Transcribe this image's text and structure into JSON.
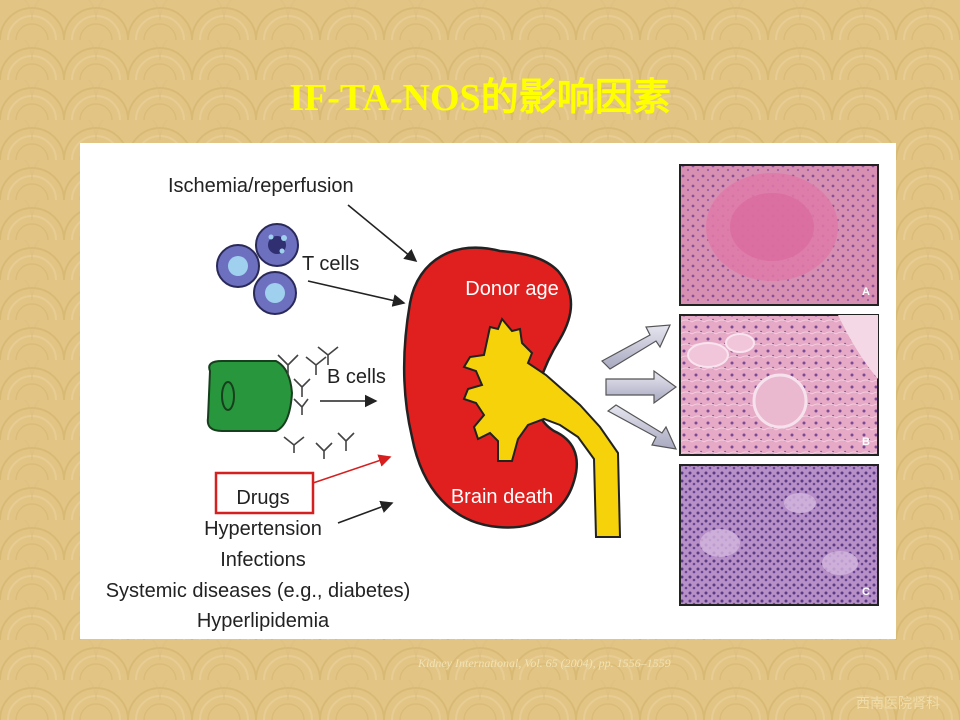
{
  "slide": {
    "title": "IF-TA-NOS的影响因素",
    "citation": "Kidney International, Vol. 65 (2004), pp. 1556–1559",
    "footer": "西南医院肾科"
  },
  "diagram": {
    "factors": {
      "ischemia": "Ischemia/reperfusion",
      "t_cells": "T cells",
      "b_cells": "B cells",
      "drugs": "Drugs",
      "hypertension": "Hypertension",
      "infections": "Infections",
      "systemic": "Systemic diseases (e.g., diabetes)",
      "hyperlipidemia": "Hyperlipidemia"
    },
    "kidney": {
      "donor_age": "Donor age",
      "brain_death": "Brain death"
    },
    "panels": [
      "A",
      "B",
      "C"
    ]
  },
  "colors": {
    "title": "#ffff00",
    "kidney": "#e01f1f",
    "ureter": "#f6d20b",
    "b_cell": "#27963c",
    "t_cell": "#6d6fbf",
    "highlight_box": "#d62020"
  }
}
